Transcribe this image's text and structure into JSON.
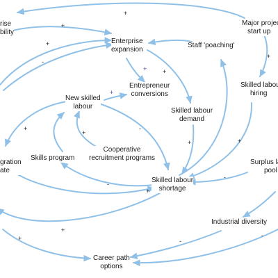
{
  "diagram": {
    "type": "causal-loop-diagram",
    "arrow_color": "#8fc0e8",
    "text_color": "#1a1a1a",
    "nodes": {
      "enterprise_viability": [
        "rise",
        "bility"
      ],
      "enterprise_expansion": [
        "Enterprise",
        "expansion"
      ],
      "staff_poaching": [
        "Staff 'poaching'"
      ],
      "major_project_start_up": [
        "Major projec",
        "start up"
      ],
      "entrepreneur_conversions": [
        "Entrepreneur",
        "conversions"
      ],
      "new_skilled_labour": [
        "New skilled",
        "labour"
      ],
      "skilled_labour_demand": [
        "Skilled labour",
        "demand"
      ],
      "skilled_labour_hiring": [
        "Skilled labou",
        "hiring"
      ],
      "immigration_rate": [
        "gration",
        "ate"
      ],
      "skills_program": [
        "Skills program"
      ],
      "cooperative_recruitment_programs": [
        "Cooperative",
        "recruitment programs"
      ],
      "skilled_labour_shortage": [
        "Skilled labour",
        "shortage"
      ],
      "surplus_labour_pool": [
        "Surplus la",
        "pool"
      ],
      "industrial_diversity": [
        "Industrial diversity"
      ],
      "career_path_options": [
        "Career path",
        "options"
      ]
    },
    "link_signs": {
      "top_arc": "+",
      "viability_to_expansion": "+",
      "outer_loop_upper": "+",
      "outer_loop_lower": "-",
      "expansion_to_entrepreneur": "+",
      "expansion_to_demand": "+",
      "new_labour_to_entrepreneur": "+",
      "cooperative_to_new_labour": "+",
      "new_labour_to_shortage": "-",
      "new_labour_to_immigration": "+",
      "shortage_to_skills_program": "-",
      "immigration_to_shortage": "+",
      "demand_to_shortage": "+",
      "hiring_to_shortage": "+",
      "major_project_to_hiring": "+",
      "surplus_to_shortage": "-",
      "shortage_to_career": "+",
      "industrial_to_career": "-",
      "surplus_to_industrial": "-",
      "bottom_left": "+"
    }
  }
}
